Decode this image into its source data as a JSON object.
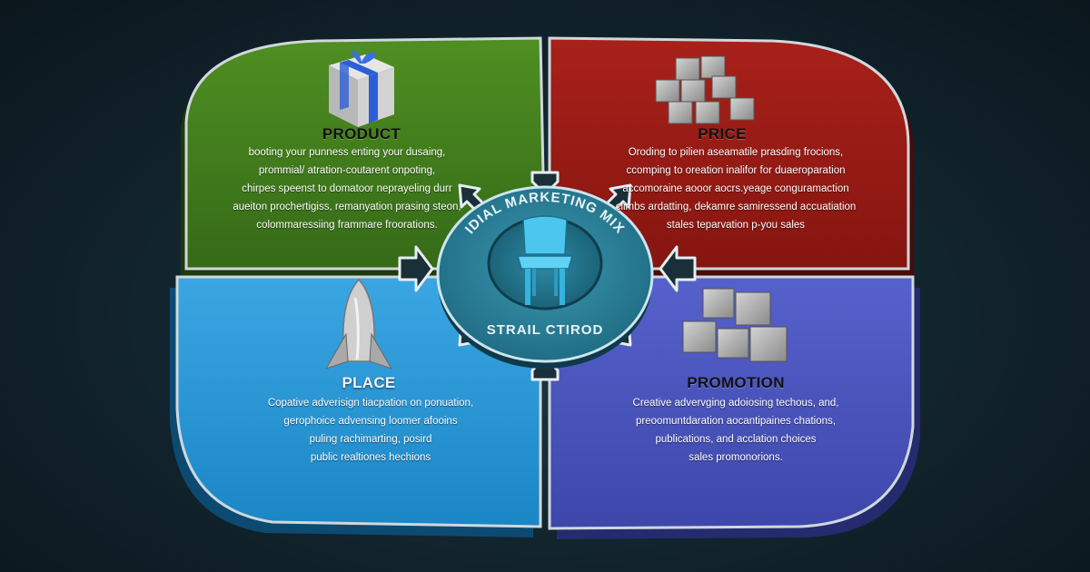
{
  "hub": {
    "top_label": "IDIAL MARKETING MIX",
    "bottom_label": "STRAIL CTIROD"
  },
  "quadrants": {
    "product": {
      "title": "PRODUCT",
      "color": "#3f7a1e",
      "icon": "gift-box-icon",
      "lines": [
        "booting your punness enting your dusaing,",
        "prommial/ atration-coutarent onpoting,",
        "chirpes speenst to domatoor neprayeling durr",
        "aueiton prochertigiss, remanyation prasing steon,",
        "colommaressiing frammare froorations."
      ]
    },
    "price": {
      "title": "PRICE",
      "color": "#9c1b14",
      "icon": "cubes-icon",
      "lines": [
        "Oroding to pilien aseamatile prasding frocions,",
        "ccomping to oreation inalifor for duaeroparation",
        "accomoraine aooor aocrs.yeage conguramaction",
        "climbs ardatting, dekamre samiressend accuatiation",
        "stales teparvation p-you sales"
      ]
    },
    "place": {
      "title": "PLACE",
      "color": "#1e8fd0",
      "icon": "rocket-icon",
      "lines": [
        "Copative adverisign tiacpation on ponuation,",
        "gerophoice advensing loomer afooins",
        "puling rachimarting, posird",
        "public realtiones hechions"
      ]
    },
    "promotion": {
      "title": "PROMOTION",
      "color": "#4a55c0",
      "icon": "stacked-cubes-icon",
      "lines": [
        "Creative advervging adoiosing techous, and,",
        "preoomuntdaration aocantipaines chations,",
        "publications, and acclation choices",
        "sales promonorions."
      ]
    }
  },
  "center_icon": "chair-icon"
}
